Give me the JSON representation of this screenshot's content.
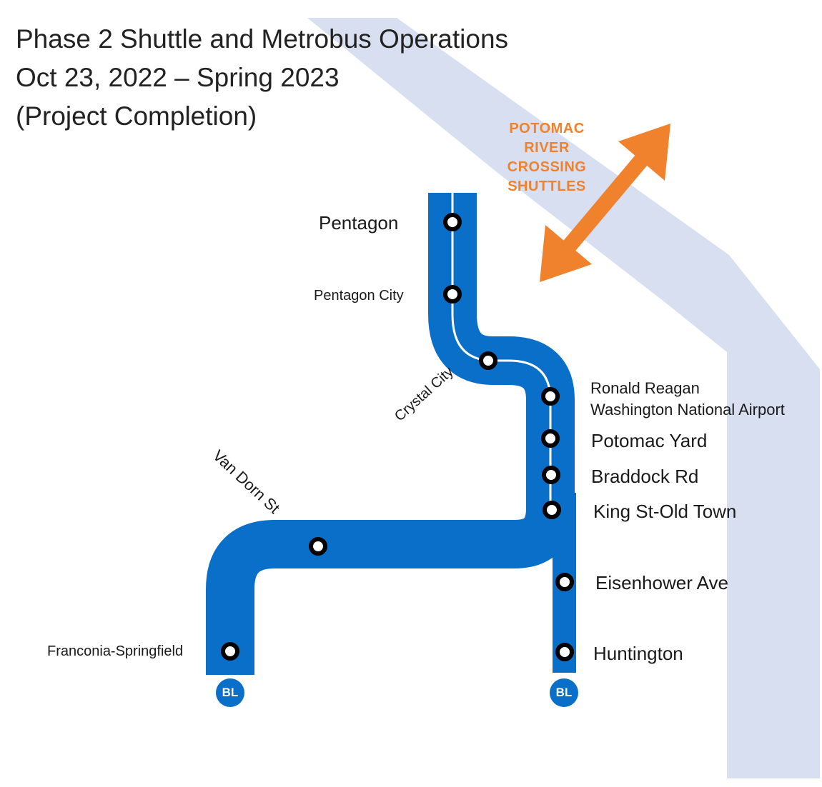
{
  "title": {
    "line1": "Phase 2 Shuttle and Metrobus Operations",
    "line2": "Oct 23, 2022 – Spring 2023",
    "line3": "(Project Completion)"
  },
  "shuttle_label": [
    "POTOMAC",
    "RIVER",
    "CROSSING",
    "SHUTTLES"
  ],
  "stations": {
    "pentagon": "Pentagon",
    "pentagon_city": "Pentagon City",
    "crystal_city": "Crystal City",
    "reagan_1": "Ronald Reagan",
    "reagan_2": "Washington National Airport",
    "potomac_yard": "Potomac Yard",
    "braddock": "Braddock Rd",
    "king_st": "King St-Old Town",
    "eisenhower": "Eisenhower Ave",
    "huntington": "Huntington",
    "van_dorn": "Van Dorn St",
    "franconia": "Franconia-Springfield"
  },
  "line_badge": "BL",
  "colors": {
    "line": "#0a6fc9",
    "river": "#d7dff1",
    "arrow": "#f0822d"
  }
}
